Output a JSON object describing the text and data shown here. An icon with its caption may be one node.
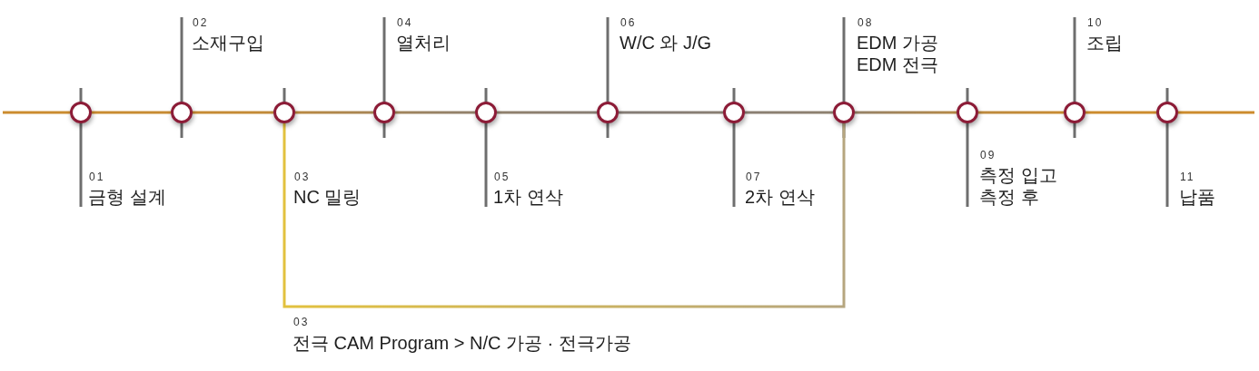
{
  "diagram": {
    "nodes": [
      {
        "text": [],
        "shape": "circle",
        "beside": [
          "01",
          "금형 설계"
        ]
      },
      {
        "text": [],
        "shape": "circle",
        "beside": [
          "02",
          "소재구입"
        ]
      },
      {
        "text": [],
        "shape": "circle",
        "beside": [
          "03",
          "NC 밀링"
        ]
      },
      {
        "text": [],
        "shape": "circle",
        "beside": [
          "04",
          "열처리"
        ]
      },
      {
        "text": [],
        "shape": "circle",
        "beside": [
          "05",
          "1차 연삭"
        ]
      },
      {
        "text": [],
        "shape": "circle",
        "beside": [
          "06",
          "W/C 와 J/G"
        ]
      },
      {
        "text": [],
        "shape": "circle",
        "beside": [
          "07",
          "2차 연삭"
        ]
      },
      {
        "text": [],
        "shape": "circle",
        "beside": [
          "08",
          "EDM 가공",
          "EDM 전극"
        ]
      },
      {
        "text": [],
        "shape": "circle",
        "beside": [
          "09",
          "측정 입고",
          "측정 후"
        ]
      },
      {
        "text": [],
        "shape": "circle",
        "beside": [
          "10",
          "조립"
        ]
      },
      {
        "text": [],
        "shape": "circle",
        "beside": [
          "11",
          "납품"
        ]
      }
    ],
    "edges": [
      {
        "from": null,
        "to": 0,
        "arrow": "none"
      },
      {
        "from": 0,
        "to": 1,
        "arrow": "none"
      },
      {
        "from": 1,
        "to": 2,
        "arrow": "none"
      },
      {
        "from": 2,
        "to": 3,
        "arrow": "none"
      },
      {
        "from": 3,
        "to": 4,
        "arrow": "none"
      },
      {
        "from": 4,
        "to": 5,
        "arrow": "none"
      },
      {
        "from": 5,
        "to": 6,
        "arrow": "none"
      },
      {
        "from": 6,
        "to": 7,
        "arrow": "none"
      },
      {
        "from": 7,
        "to": 8,
        "arrow": "none"
      },
      {
        "from": 8,
        "to": 9,
        "arrow": "none"
      },
      {
        "from": 9,
        "to": 10,
        "arrow": "none"
      },
      {
        "from": 10,
        "to": null,
        "arrow": "none"
      },
      {
        "from": 2,
        "to": 7,
        "arrow": "none",
        "color": "#e2c13e"
      }
    ],
    "labels": [
      "03",
      "전극 CAM Program > N/C 가공 · 전극가공"
    ]
  }
}
